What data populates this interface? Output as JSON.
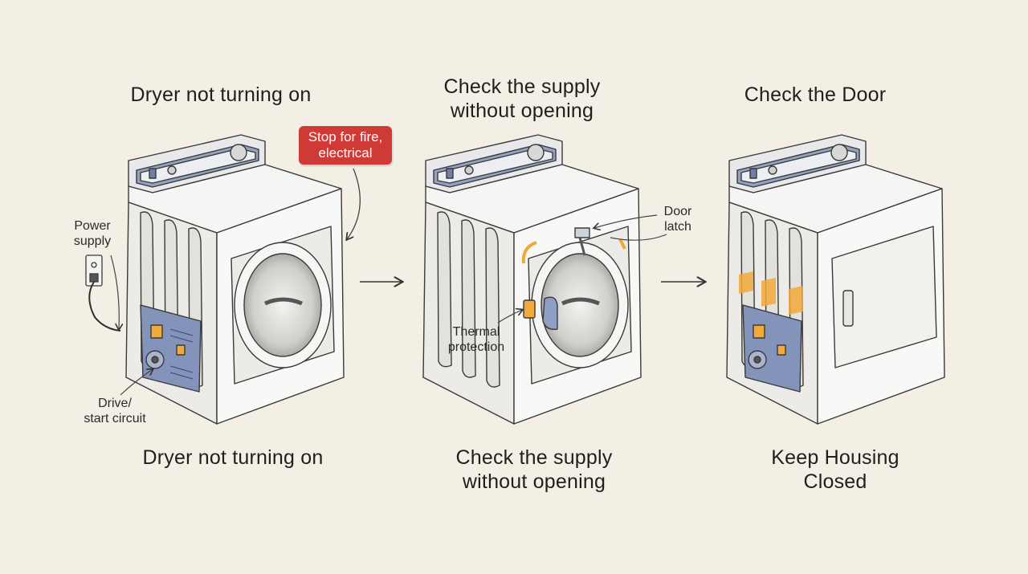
{
  "panels": [
    {
      "title": "Dryer not turning on",
      "caption": "Dryer not turning on"
    },
    {
      "title": "Check the supply\nwithout opening",
      "caption": "Check the supply\nwithout opening"
    },
    {
      "title": "Check the Door",
      "caption": "Keep Housing\nClosed"
    }
  ],
  "labels": {
    "warning": "Stop for fire,\nelectrical",
    "power_supply": "Power\nsupply",
    "drive_start_circuit": "Drive/\nstart circuit",
    "door_latch": "Door\nlatch",
    "thermal_protection": "Thermal\nprotection"
  },
  "colors": {
    "background": "#f3efe5",
    "warning": "#cf3a36",
    "console_blue": "#8a9ab8",
    "board_blue": "#7f8fb5",
    "accent_orange": "#f0a93a"
  }
}
